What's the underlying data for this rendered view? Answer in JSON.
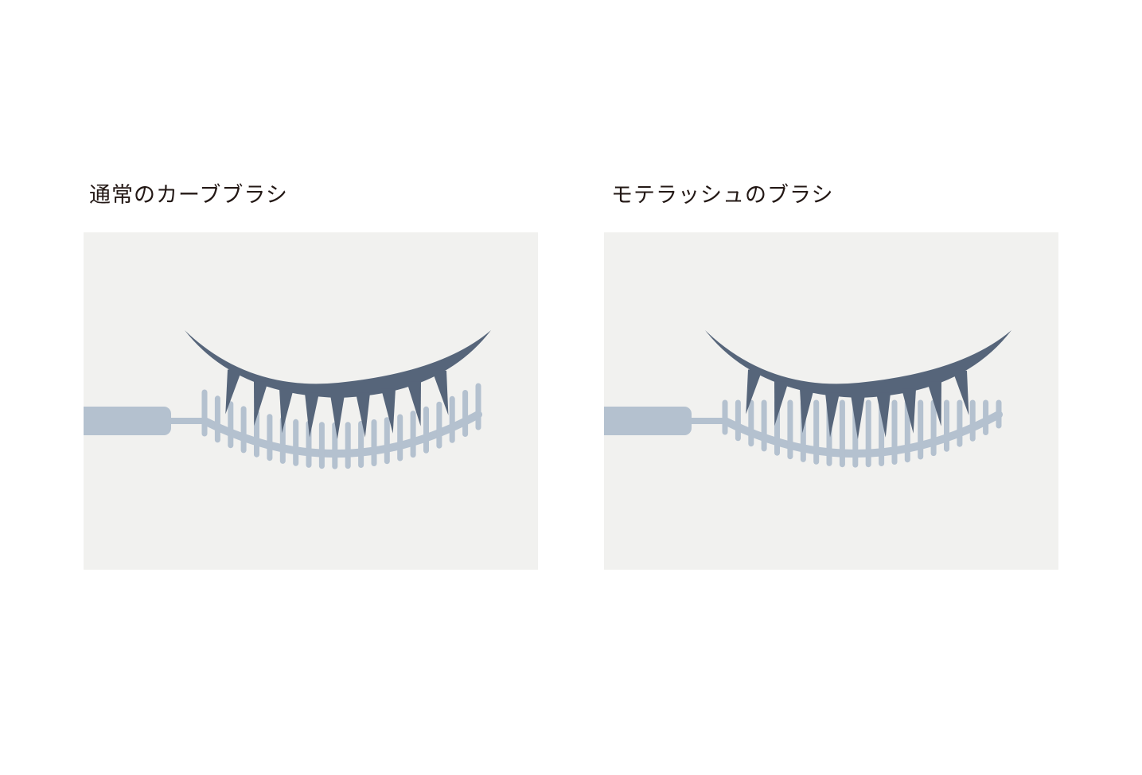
{
  "panels": [
    {
      "title": "通常のカーブブラシ",
      "brush_type": "curved"
    },
    {
      "title": "モテラッシュのブラシ",
      "brush_type": "moterash"
    }
  ],
  "colors": {
    "background": "#ffffff",
    "panel_background": "#f1f1ef",
    "lash": "#56657a",
    "brush": "#b4c1cf",
    "title_text": "#231815"
  },
  "icons": {
    "eyelash": "eyelash-icon",
    "mascara_brush": "mascara-brush-icon"
  }
}
